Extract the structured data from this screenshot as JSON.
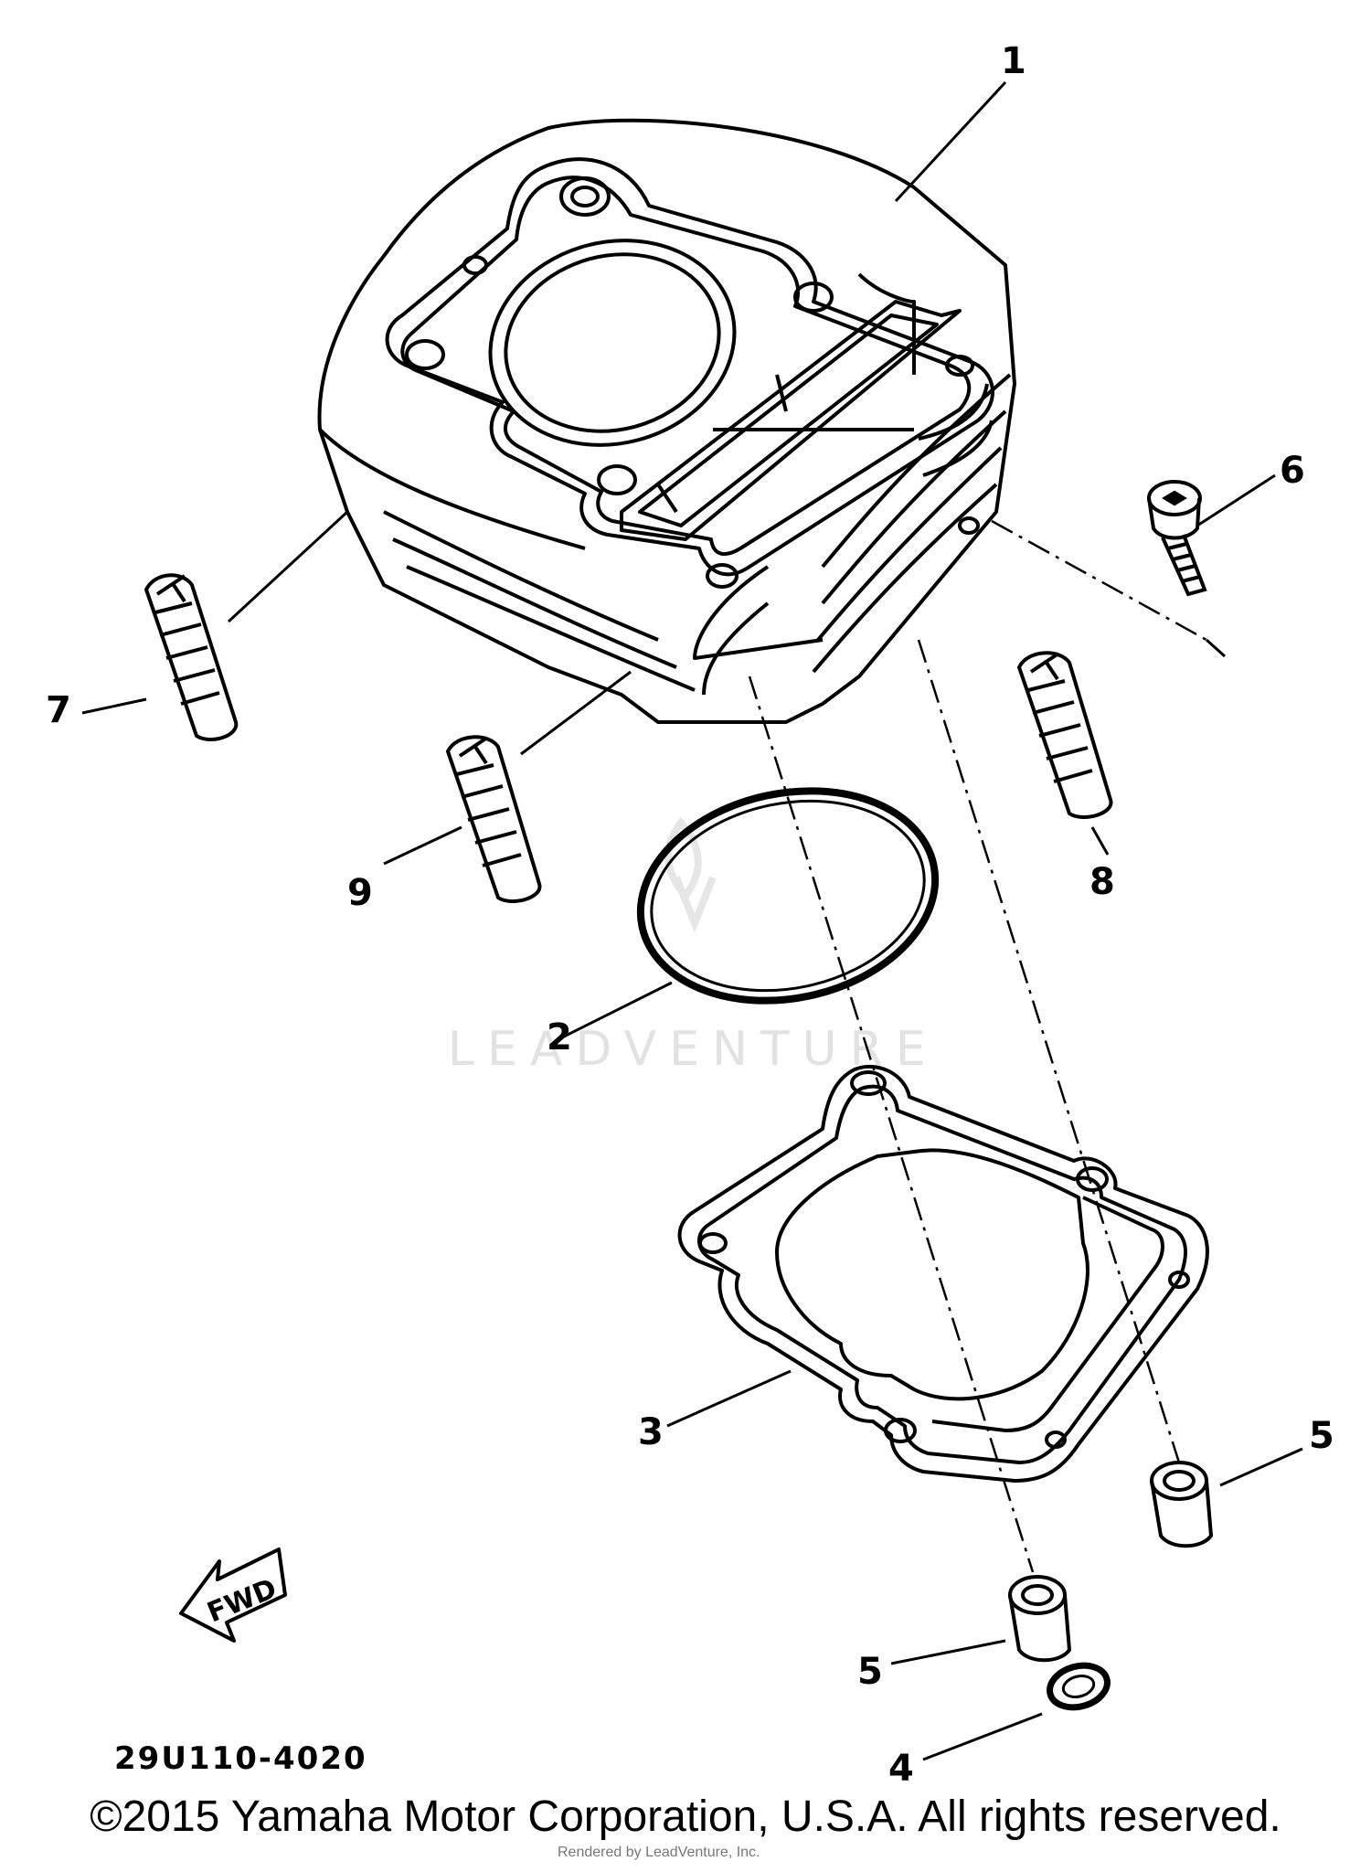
{
  "diagram": {
    "callouts": [
      "1",
      "2",
      "3",
      "4",
      "5",
      "5",
      "6",
      "7",
      "8",
      "9"
    ],
    "fwd_label": "FWD",
    "diagram_code": "29U110-4020"
  },
  "watermark": {
    "text": "LEADVENTURE",
    "credit": "Rendered by LeadVenture, Inc."
  },
  "footer": {
    "copyright": "©2015 Yamaha Motor Corporation, U.S.A. All rights reserved."
  }
}
